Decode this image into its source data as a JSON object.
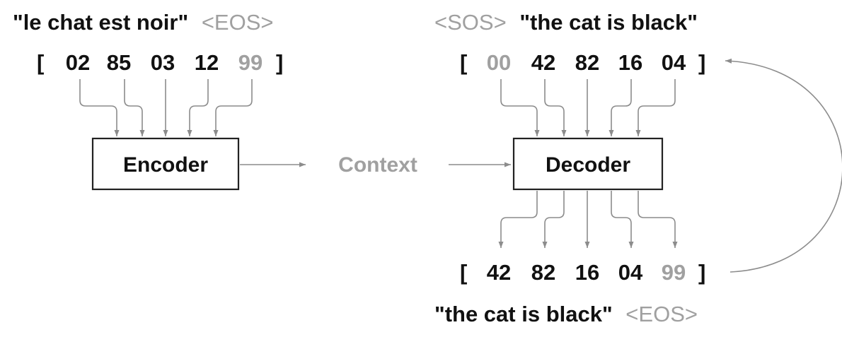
{
  "encoder": {
    "source_sentence": "\"le chat est noir\"",
    "eos_token": "<EOS>",
    "bracket_open": "[",
    "bracket_close": "]",
    "tokens": [
      "02",
      "85",
      "03",
      "12"
    ],
    "eos_id": "99",
    "label": "Encoder"
  },
  "context": {
    "label": "Context"
  },
  "decoder": {
    "sos_token": "<SOS>",
    "input_sentence": "\"the cat is black\"",
    "bracket_open": "[",
    "bracket_close": "]",
    "sos_id": "00",
    "input_tokens": [
      "42",
      "82",
      "16",
      "04"
    ],
    "label": "Decoder",
    "output_tokens": [
      "42",
      "82",
      "16",
      "04"
    ],
    "output_eos_id": "99",
    "output_sentence": "\"the cat is black\"",
    "output_eos_token": "<EOS>"
  },
  "colors": {
    "text": "#111111",
    "special_token": "#a0a0a0",
    "arrow": "#8c8c8c",
    "box_border": "#222222"
  }
}
